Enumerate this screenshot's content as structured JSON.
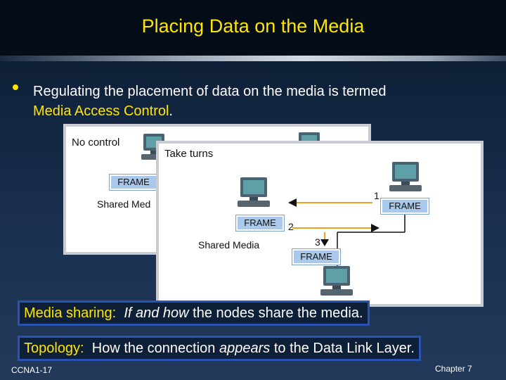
{
  "title": "Placing Data on the Media",
  "bullet": {
    "text": "Regulating the placement of data on the media is termed",
    "highlight": "Media Access Control",
    "end": "."
  },
  "figure": {
    "back_panel": {
      "label": "No control",
      "frame": "FRAME",
      "media_label": "Shared Med"
    },
    "front_panel": {
      "label": "Take turns",
      "frame_top_right": "FRAME",
      "frame_left": "FRAME",
      "frame_bottom": "FRAME",
      "step_1": "1",
      "step_2": "2",
      "step_3": "3",
      "media_label": "Shared Media"
    }
  },
  "callout_1": {
    "term": "Media sharing:",
    "text_1": "If and how",
    "text_2": "the nodes share the media."
  },
  "callout_2": {
    "term": "Topology:",
    "text_1": "How the connection",
    "text_2": "appears",
    "text_3": "to the Data Link Layer."
  },
  "footer": {
    "left": "CCNA1-17",
    "right": "Chapter 7"
  },
  "colors": {
    "title": "#ffe600",
    "highlight": "#ffe600",
    "callout_border": "#2a52b0",
    "frame_fill": "#a8c8ec",
    "arrow_orange": "#f0a020"
  }
}
